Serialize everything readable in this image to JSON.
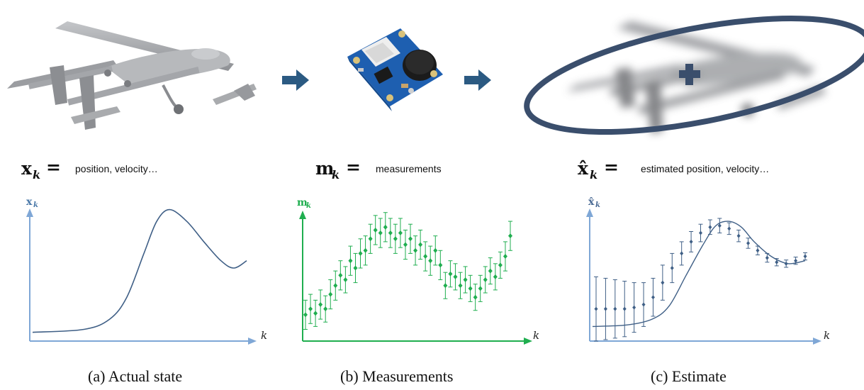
{
  "panels": [
    {
      "caption": "(a) Actual state",
      "equation": {
        "symbol": "x",
        "subscript": "k",
        "equals": "=",
        "description": "position, velocity…"
      },
      "axis": {
        "y_symbol": "x",
        "y_subscript": "k",
        "x_label": "k"
      },
      "color": "#4a78a8"
    },
    {
      "caption": "(b) Measurements",
      "equation": {
        "symbol": "m",
        "subscript": "k",
        "equals": "=",
        "description": "measurements"
      },
      "axis": {
        "y_symbol": "m",
        "y_subscript": "k",
        "x_label": "k"
      },
      "color": "#1fae4f"
    },
    {
      "caption": "(c) Estimate",
      "equation": {
        "symbol": "x̂",
        "subscript": "k",
        "equals": "=",
        "description": "estimated position, velocity…"
      },
      "axis": {
        "y_symbol": "x̂",
        "y_subscript": "k",
        "x_label": "k"
      },
      "color": "#4a6a94"
    }
  ],
  "colors": {
    "arrow": "#2b5a82",
    "ellipse": "#3a4e6c",
    "aircraft": "#a9abae",
    "sensor_board": "#1e5fb0"
  },
  "icons": [
    "aircraft-illustration",
    "microphone-sensor-board",
    "right-arrow-icon",
    "uncertainty-ellipse",
    "estimate-cross-icon"
  ],
  "series": {
    "actual_state": [
      [
        0,
        0.06
      ],
      [
        6,
        0.08
      ],
      [
        9,
        0.15
      ],
      [
        11,
        0.3
      ],
      [
        13,
        0.6
      ],
      [
        14.5,
        0.82
      ],
      [
        16,
        0.9
      ],
      [
        18,
        0.82
      ],
      [
        20,
        0.68
      ],
      [
        22,
        0.55
      ],
      [
        23.5,
        0.5
      ],
      [
        25,
        0.55
      ]
    ],
    "measurements": [
      {
        "k": 0,
        "v": 0.18,
        "e": 0.1
      },
      {
        "k": 1,
        "v": 0.22,
        "e": 0.1
      },
      {
        "k": 2,
        "v": 0.19,
        "e": 0.09
      },
      {
        "k": 3,
        "v": 0.25,
        "e": 0.1
      },
      {
        "k": 4,
        "v": 0.22,
        "e": 0.09
      },
      {
        "k": 5,
        "v": 0.32,
        "e": 0.1
      },
      {
        "k": 6,
        "v": 0.38,
        "e": 0.1
      },
      {
        "k": 7,
        "v": 0.45,
        "e": 0.1
      },
      {
        "k": 8,
        "v": 0.42,
        "e": 0.09
      },
      {
        "k": 9,
        "v": 0.55,
        "e": 0.1
      },
      {
        "k": 10,
        "v": 0.5,
        "e": 0.1
      },
      {
        "k": 11,
        "v": 0.6,
        "e": 0.1
      },
      {
        "k": 12,
        "v": 0.62,
        "e": 0.1
      },
      {
        "k": 13,
        "v": 0.7,
        "e": 0.1
      },
      {
        "k": 14,
        "v": 0.76,
        "e": 0.1
      },
      {
        "k": 15,
        "v": 0.74,
        "e": 0.1
      },
      {
        "k": 16,
        "v": 0.78,
        "e": 0.1
      },
      {
        "k": 17,
        "v": 0.74,
        "e": 0.1
      },
      {
        "k": 18,
        "v": 0.7,
        "e": 0.1
      },
      {
        "k": 19,
        "v": 0.74,
        "e": 0.1
      },
      {
        "k": 20,
        "v": 0.66,
        "e": 0.1
      },
      {
        "k": 21,
        "v": 0.7,
        "e": 0.1
      },
      {
        "k": 22,
        "v": 0.62,
        "e": 0.1
      },
      {
        "k": 23,
        "v": 0.66,
        "e": 0.1
      },
      {
        "k": 24,
        "v": 0.58,
        "e": 0.1
      },
      {
        "k": 25,
        "v": 0.55,
        "e": 0.1
      },
      {
        "k": 26,
        "v": 0.62,
        "e": 0.1
      },
      {
        "k": 27,
        "v": 0.52,
        "e": 0.1
      },
      {
        "k": 28,
        "v": 0.38,
        "e": 0.09
      },
      {
        "k": 29,
        "v": 0.46,
        "e": 0.09
      },
      {
        "k": 30,
        "v": 0.44,
        "e": 0.09
      },
      {
        "k": 31,
        "v": 0.38,
        "e": 0.09
      },
      {
        "k": 32,
        "v": 0.42,
        "e": 0.09
      },
      {
        "k": 33,
        "v": 0.36,
        "e": 0.09
      },
      {
        "k": 34,
        "v": 0.3,
        "e": 0.09
      },
      {
        "k": 35,
        "v": 0.36,
        "e": 0.09
      },
      {
        "k": 36,
        "v": 0.42,
        "e": 0.09
      },
      {
        "k": 37,
        "v": 0.48,
        "e": 0.09
      },
      {
        "k": 38,
        "v": 0.44,
        "e": 0.09
      },
      {
        "k": 39,
        "v": 0.52,
        "e": 0.09
      },
      {
        "k": 40,
        "v": 0.58,
        "e": 0.1
      },
      {
        "k": 41,
        "v": 0.72,
        "e": 0.1
      }
    ],
    "estimate_curve": [
      [
        0,
        0.1
      ],
      [
        4,
        0.11
      ],
      [
        7,
        0.15
      ],
      [
        9,
        0.24
      ],
      [
        11,
        0.45
      ],
      [
        13,
        0.66
      ],
      [
        14.5,
        0.79
      ],
      [
        16,
        0.82
      ],
      [
        17.5,
        0.78
      ],
      [
        19,
        0.68
      ],
      [
        21,
        0.58
      ],
      [
        23,
        0.53
      ],
      [
        25,
        0.55
      ]
    ],
    "estimate_points": [
      {
        "k": 0,
        "v": 0.22,
        "e": 0.22
      },
      {
        "k": 1,
        "v": 0.22,
        "e": 0.21
      },
      {
        "k": 2,
        "v": 0.22,
        "e": 0.2
      },
      {
        "k": 3,
        "v": 0.22,
        "e": 0.19
      },
      {
        "k": 4,
        "v": 0.23,
        "e": 0.17
      },
      {
        "k": 5,
        "v": 0.25,
        "e": 0.15
      },
      {
        "k": 6,
        "v": 0.3,
        "e": 0.13
      },
      {
        "k": 7,
        "v": 0.4,
        "e": 0.12
      },
      {
        "k": 8,
        "v": 0.5,
        "e": 0.1
      },
      {
        "k": 9,
        "v": 0.6,
        "e": 0.08
      },
      {
        "k": 10,
        "v": 0.68,
        "e": 0.07
      },
      {
        "k": 11,
        "v": 0.74,
        "e": 0.06
      },
      {
        "k": 12,
        "v": 0.78,
        "e": 0.05
      },
      {
        "k": 13,
        "v": 0.79,
        "e": 0.05
      },
      {
        "k": 14,
        "v": 0.77,
        "e": 0.04
      },
      {
        "k": 15,
        "v": 0.72,
        "e": 0.04
      },
      {
        "k": 16,
        "v": 0.67,
        "e": 0.035
      },
      {
        "k": 17,
        "v": 0.62,
        "e": 0.03
      },
      {
        "k": 18,
        "v": 0.57,
        "e": 0.03
      },
      {
        "k": 19,
        "v": 0.54,
        "e": 0.025
      },
      {
        "k": 20,
        "v": 0.53,
        "e": 0.025
      },
      {
        "k": 21,
        "v": 0.55,
        "e": 0.025
      },
      {
        "k": 22,
        "v": 0.58,
        "e": 0.025
      }
    ]
  }
}
